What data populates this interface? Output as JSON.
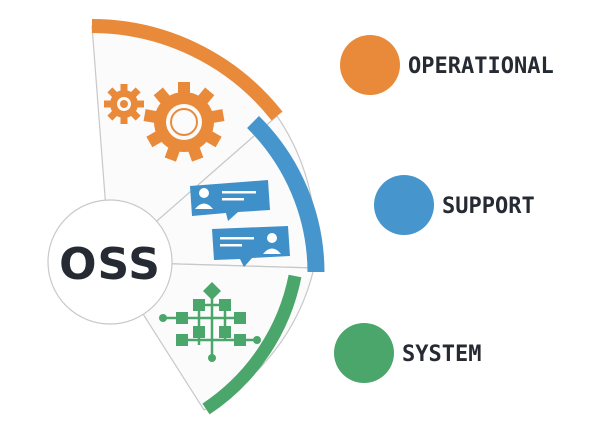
{
  "center": {
    "label": "OSS"
  },
  "segments": [
    {
      "key": "operational",
      "label": "OPERATIONAL",
      "color": "#e98a3b",
      "icon": "gears-icon"
    },
    {
      "key": "support",
      "label": "SUPPORT",
      "color": "#4696cd",
      "icon": "chat-messages-icon"
    },
    {
      "key": "system",
      "label": "SYSTEM",
      "color": "#4aa66a",
      "icon": "flowchart-network-icon"
    }
  ],
  "colors": {
    "wedge_fill": "#fbfbfb",
    "wedge_stroke": "#c8c8c8",
    "text_dark": "#262b33"
  }
}
